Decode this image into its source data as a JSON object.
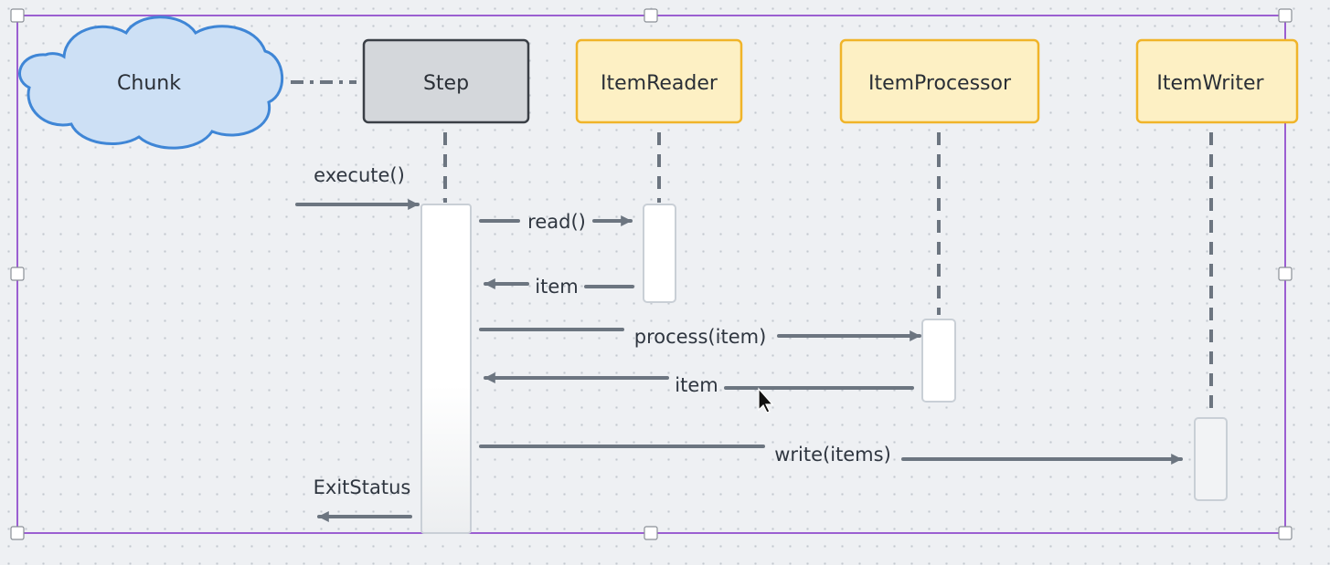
{
  "participants": {
    "chunk": "Chunk",
    "step": "Step",
    "reader": "ItemReader",
    "processor": "ItemProcessor",
    "writer": "ItemWriter"
  },
  "messages": {
    "execute": "execute()",
    "read": "read()",
    "read_return": "item",
    "process": "process(item)",
    "process_return": "item",
    "write": "write(items)",
    "exit": "ExitStatus"
  },
  "colors": {
    "selection": "#9b5fd1",
    "cloud_fill": "#cde0f5",
    "cloud_stroke": "#3f86d6",
    "step_fill": "#d4d7db",
    "step_stroke": "#3a3f46",
    "component_fill": "#fdf0c4",
    "component_stroke": "#f0b429",
    "arrow": "#6c7580",
    "activation_stroke": "#c9cfd6"
  }
}
